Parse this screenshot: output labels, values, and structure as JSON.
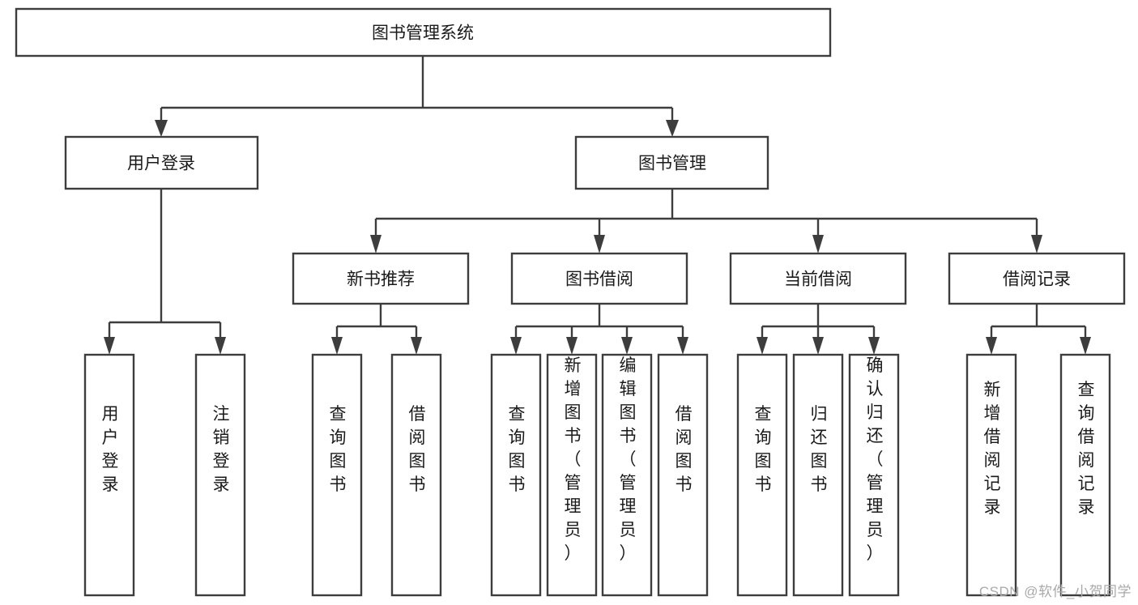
{
  "diagram": {
    "type": "tree-hierarchy-chart",
    "root": {
      "id": "root",
      "label": "图书管理系统",
      "orientation": "horizontal"
    },
    "level2": [
      {
        "id": "user-login",
        "label": "用户登录",
        "orientation": "horizontal"
      },
      {
        "id": "book-manage",
        "label": "图书管理",
        "orientation": "horizontal"
      }
    ],
    "level3": [
      {
        "id": "new-book-recommend",
        "label": "新书推荐",
        "orientation": "horizontal",
        "parent": "book-manage"
      },
      {
        "id": "book-borrow",
        "label": "图书借阅",
        "orientation": "horizontal",
        "parent": "book-manage"
      },
      {
        "id": "current-borrow",
        "label": "当前借阅",
        "orientation": "horizontal",
        "parent": "book-manage"
      },
      {
        "id": "borrow-record",
        "label": "借阅记录",
        "orientation": "horizontal",
        "parent": "book-manage"
      }
    ],
    "leaves": [
      {
        "id": "leaf-user-login",
        "label": "用户登录",
        "orientation": "vertical",
        "parent": "user-login"
      },
      {
        "id": "leaf-user-logout",
        "label": "注销登录",
        "orientation": "vertical",
        "parent": "user-login"
      },
      {
        "id": "leaf-query-book-1",
        "label": "查询图书",
        "orientation": "vertical",
        "parent": "new-book-recommend"
      },
      {
        "id": "leaf-borrow-book-1",
        "label": "借阅图书",
        "orientation": "vertical",
        "parent": "new-book-recommend"
      },
      {
        "id": "leaf-query-book-2",
        "label": "查询图书",
        "orientation": "vertical",
        "parent": "book-borrow"
      },
      {
        "id": "leaf-add-book",
        "label": "新增图书（管理员）",
        "orientation": "vertical",
        "parent": "book-borrow"
      },
      {
        "id": "leaf-edit-book",
        "label": "编辑图书（管理员）",
        "orientation": "vertical",
        "parent": "book-borrow"
      },
      {
        "id": "leaf-borrow-book-2",
        "label": "借阅图书",
        "orientation": "vertical",
        "parent": "book-borrow"
      },
      {
        "id": "leaf-query-book-3",
        "label": "查询图书",
        "orientation": "vertical",
        "parent": "current-borrow"
      },
      {
        "id": "leaf-return-book",
        "label": "归还图书",
        "orientation": "vertical",
        "parent": "current-borrow"
      },
      {
        "id": "leaf-confirm-return",
        "label": "确认归还（管理员）",
        "orientation": "vertical",
        "parent": "current-borrow"
      },
      {
        "id": "leaf-add-record",
        "label": "新增借阅记录",
        "orientation": "vertical",
        "parent": "borrow-record"
      },
      {
        "id": "leaf-query-record",
        "label": "查询借阅记录",
        "orientation": "vertical",
        "parent": "borrow-record"
      }
    ]
  },
  "watermark": {
    "text": "CSDN @软件_小贺同学"
  },
  "colors": {
    "stroke": "#3d3d3d",
    "box_fill": "#ffffff",
    "text": "#1a1a1a",
    "watermark": "#a9a9a9",
    "background": "#ffffff"
  }
}
